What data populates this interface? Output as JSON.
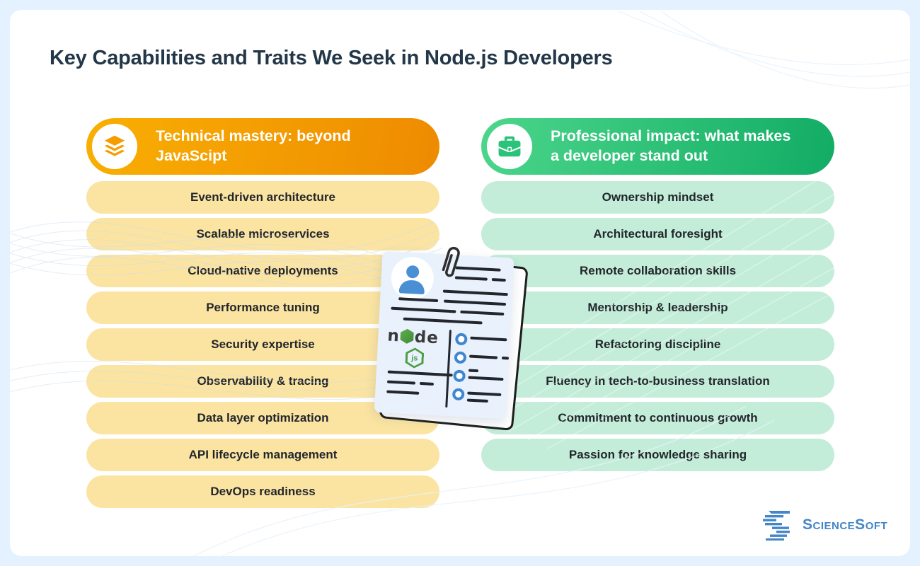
{
  "page": {
    "title": "Key Capabilities and Traits We Seek in Node.js Developers"
  },
  "columns": [
    {
      "id": "technical",
      "header": "Technical mastery: beyond JavaScipt",
      "icon": "layers-icon",
      "items": [
        "Event-driven architecture",
        "Scalable microservices",
        "Cloud-native deployments",
        "Performance tuning",
        "Security expertise",
        "Observability & tracing",
        "Data layer optimization",
        "API lifecycle management",
        "DevOps readiness"
      ]
    },
    {
      "id": "professional",
      "header": "Professional impact: what makes a developer stand out",
      "icon": "briefcase-icon",
      "items": [
        "Ownership mindset",
        "Architectural foresight",
        "Remote collaboration skills",
        "Mentorship & leadership",
        "Refactoring discipline",
        "Fluency in tech-to-business translation",
        "Commitment to continuous growth",
        "Passion for knowledge sharing"
      ]
    }
  ],
  "illustration": {
    "node_pre": "n",
    "node_post": "de",
    "node_badge": "js"
  },
  "footer": {
    "brand": "ScienceSoft"
  },
  "theme": {
    "background": "#E4F1FE",
    "card": "#FFFFFF",
    "title_color": "#233748",
    "text_color": "#22262B",
    "orange_from": "#F9AF02",
    "orange_to": "#EE8B01",
    "yellow_pill": "#FBE4A2",
    "green_from": "#4BD68B",
    "green_to": "#12AC64",
    "green_pill": "#C3EDD9",
    "brand_blue": "#4486C6",
    "node_green": "#4E9E43",
    "doc_paper": "#E8F1FC",
    "avatar_blue": "#4A8FD3",
    "line_black": "#23262C"
  }
}
